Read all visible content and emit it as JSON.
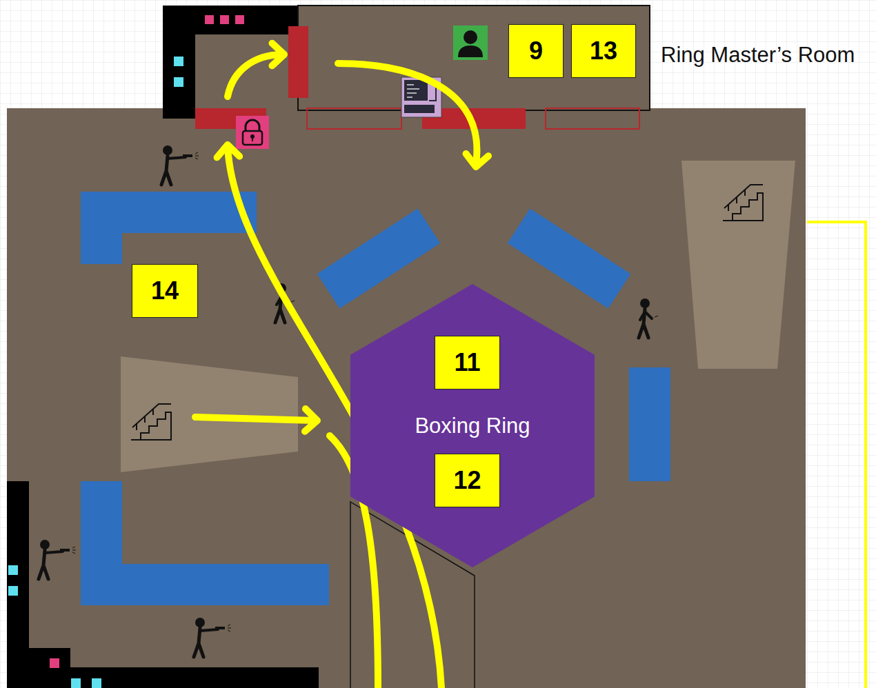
{
  "diagram": {
    "nodes": [
      {
        "text": [
          "Ring Master’s Room"
        ]
      },
      {
        "text": [
          "9"
        ],
        "in": 0
      },
      {
        "text": [
          "13"
        ],
        "in": 0
      },
      {
        "text": [
          "14"
        ]
      },
      {
        "text": [
          "Boxing Ring"
        ]
      },
      {
        "text": [
          "11"
        ],
        "in": 4
      },
      {
        "text": [
          "12"
        ],
        "in": 4
      }
    ]
  }
}
